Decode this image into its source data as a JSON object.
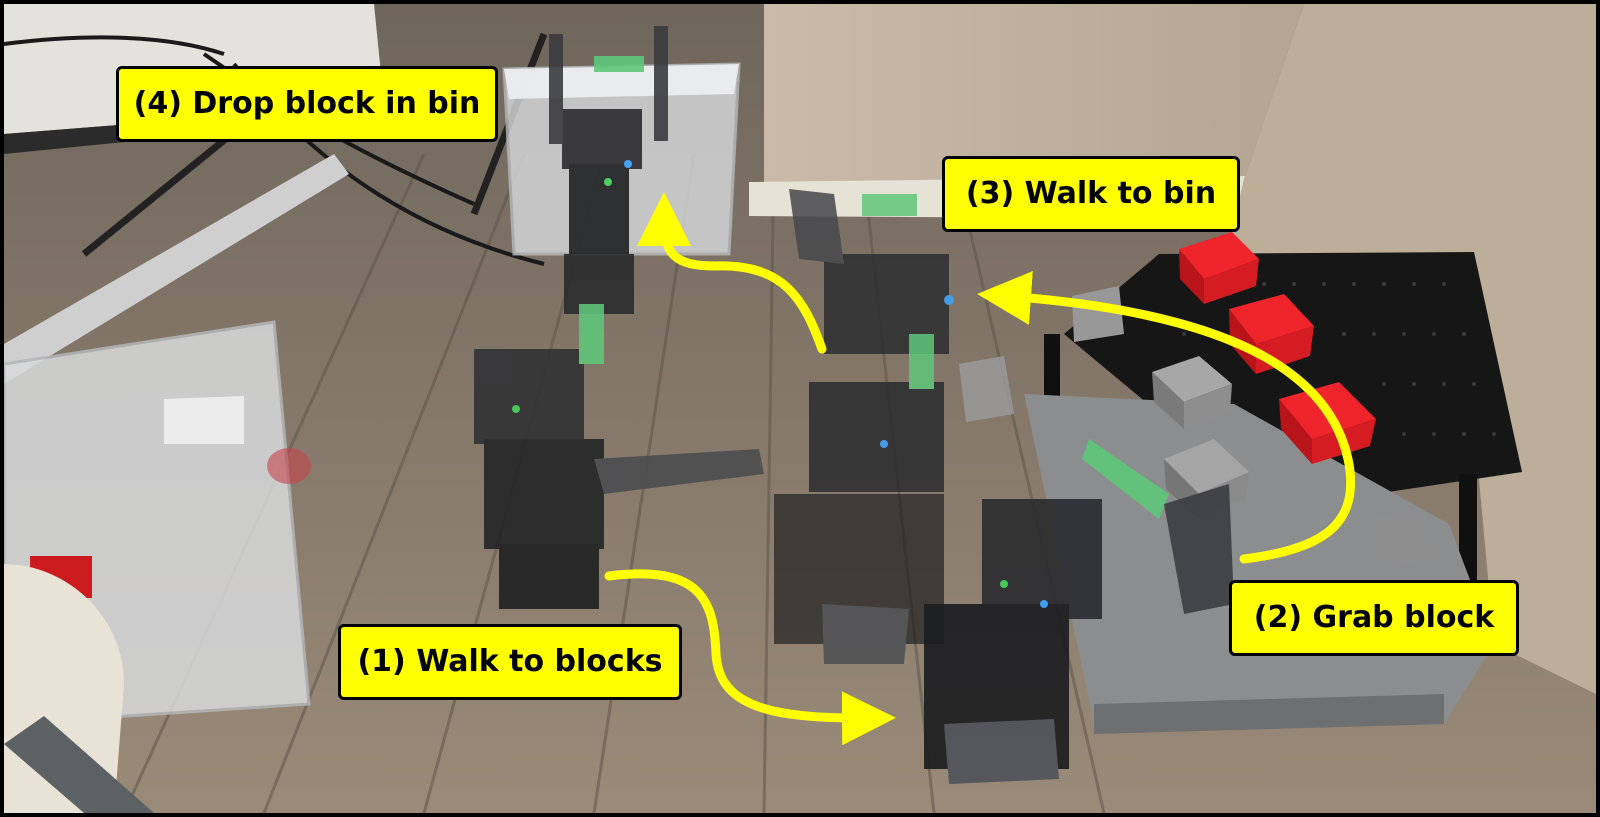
{
  "steps": [
    {
      "id": "4",
      "text": "(4) Drop block in bin"
    },
    {
      "id": "3",
      "text": "(3) Walk to bin"
    },
    {
      "id": "2",
      "text": "(2) Grab block"
    },
    {
      "id": "1",
      "text": "(1) Walk to blocks"
    }
  ],
  "colors": {
    "label_fill": "#ffff00",
    "arrow": "#ffff00",
    "border": "#000000",
    "block_red": "#d8161c",
    "block_gray": "#8e8e8e",
    "floor": "#8a7a68"
  }
}
